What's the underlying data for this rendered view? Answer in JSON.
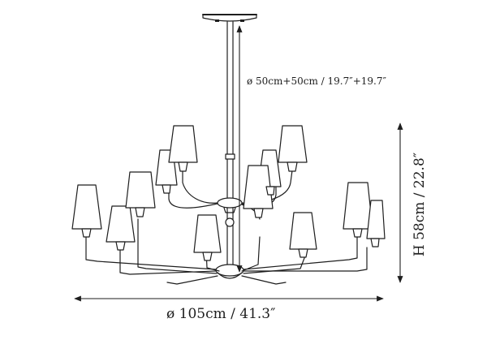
{
  "dimensions": {
    "rod_length": "ø 50cm+50cm / 19.7″+19.7″",
    "width": "ø 105cm / 41.3″",
    "height": "H 58cm / 22.8″"
  },
  "colors": {
    "line": "#1e1e1e",
    "background": "#ffffff"
  }
}
